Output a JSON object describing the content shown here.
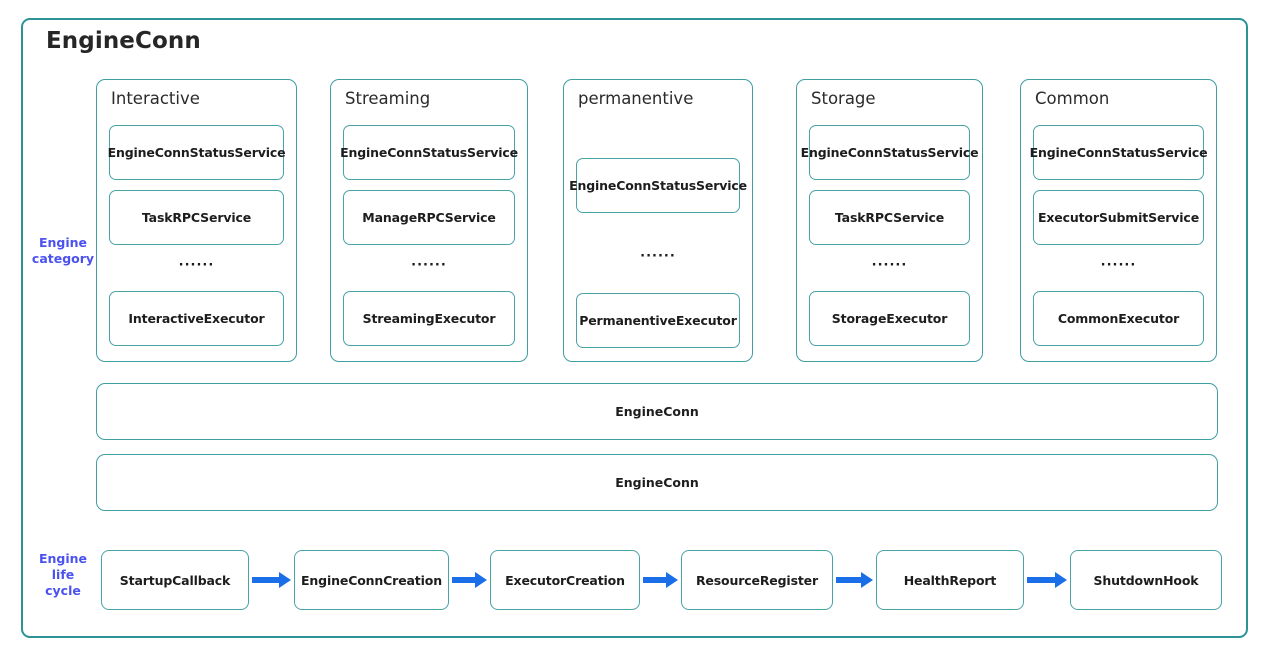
{
  "diagram": {
    "title": "EngineConn",
    "colors": {
      "frame_border": "#2e9396",
      "box_border": "#4aa3a6",
      "label_text": "#4b52f0",
      "arrow": "#1a6fe8",
      "text": "#1d1d1d",
      "background": "#ffffff"
    },
    "side_labels": {
      "engine_category": "Engine\ncategory",
      "engine_life_cycle": "Engine\nlife\ncycle"
    },
    "ellipsis": "······",
    "categories": [
      {
        "name": "Interactive",
        "items": [
          {
            "label": "EngineConnStatusService",
            "kind": "service"
          },
          {
            "label": "TaskRPCService",
            "kind": "service"
          },
          {
            "label": "······",
            "kind": "ellipsis"
          },
          {
            "label": "InteractiveExecutor",
            "kind": "executor"
          }
        ]
      },
      {
        "name": "Streaming",
        "items": [
          {
            "label": "EngineConnStatusService",
            "kind": "service"
          },
          {
            "label": "ManageRPCService",
            "kind": "service"
          },
          {
            "label": "······",
            "kind": "ellipsis"
          },
          {
            "label": "StreamingExecutor",
            "kind": "executor"
          }
        ]
      },
      {
        "name": "permanentive",
        "items": [
          {
            "label": "EngineConnStatusService",
            "kind": "service"
          },
          {
            "label": "······",
            "kind": "ellipsis"
          },
          {
            "label": "PermanentiveExecutor",
            "kind": "executor"
          }
        ]
      },
      {
        "name": "Storage",
        "items": [
          {
            "label": "EngineConnStatusService",
            "kind": "service"
          },
          {
            "label": "TaskRPCService",
            "kind": "service"
          },
          {
            "label": "······",
            "kind": "ellipsis"
          },
          {
            "label": "StorageExecutor",
            "kind": "executor"
          }
        ]
      },
      {
        "name": "Common",
        "items": [
          {
            "label": "EngineConnStatusService",
            "kind": "service"
          },
          {
            "label": "ExecutorSubmitService",
            "kind": "service"
          },
          {
            "label": "······",
            "kind": "ellipsis"
          },
          {
            "label": "CommonExecutor",
            "kind": "executor"
          }
        ]
      }
    ],
    "wide_bars": [
      {
        "label": "EngineConn"
      },
      {
        "label": "EngineConn"
      }
    ],
    "life_cycle": [
      {
        "label": "StartupCallback"
      },
      {
        "label": "EngineConnCreation"
      },
      {
        "label": "ExecutorCreation"
      },
      {
        "label": "ResourceRegister"
      },
      {
        "label": "HealthReport"
      },
      {
        "label": "ShutdownHook"
      }
    ]
  }
}
